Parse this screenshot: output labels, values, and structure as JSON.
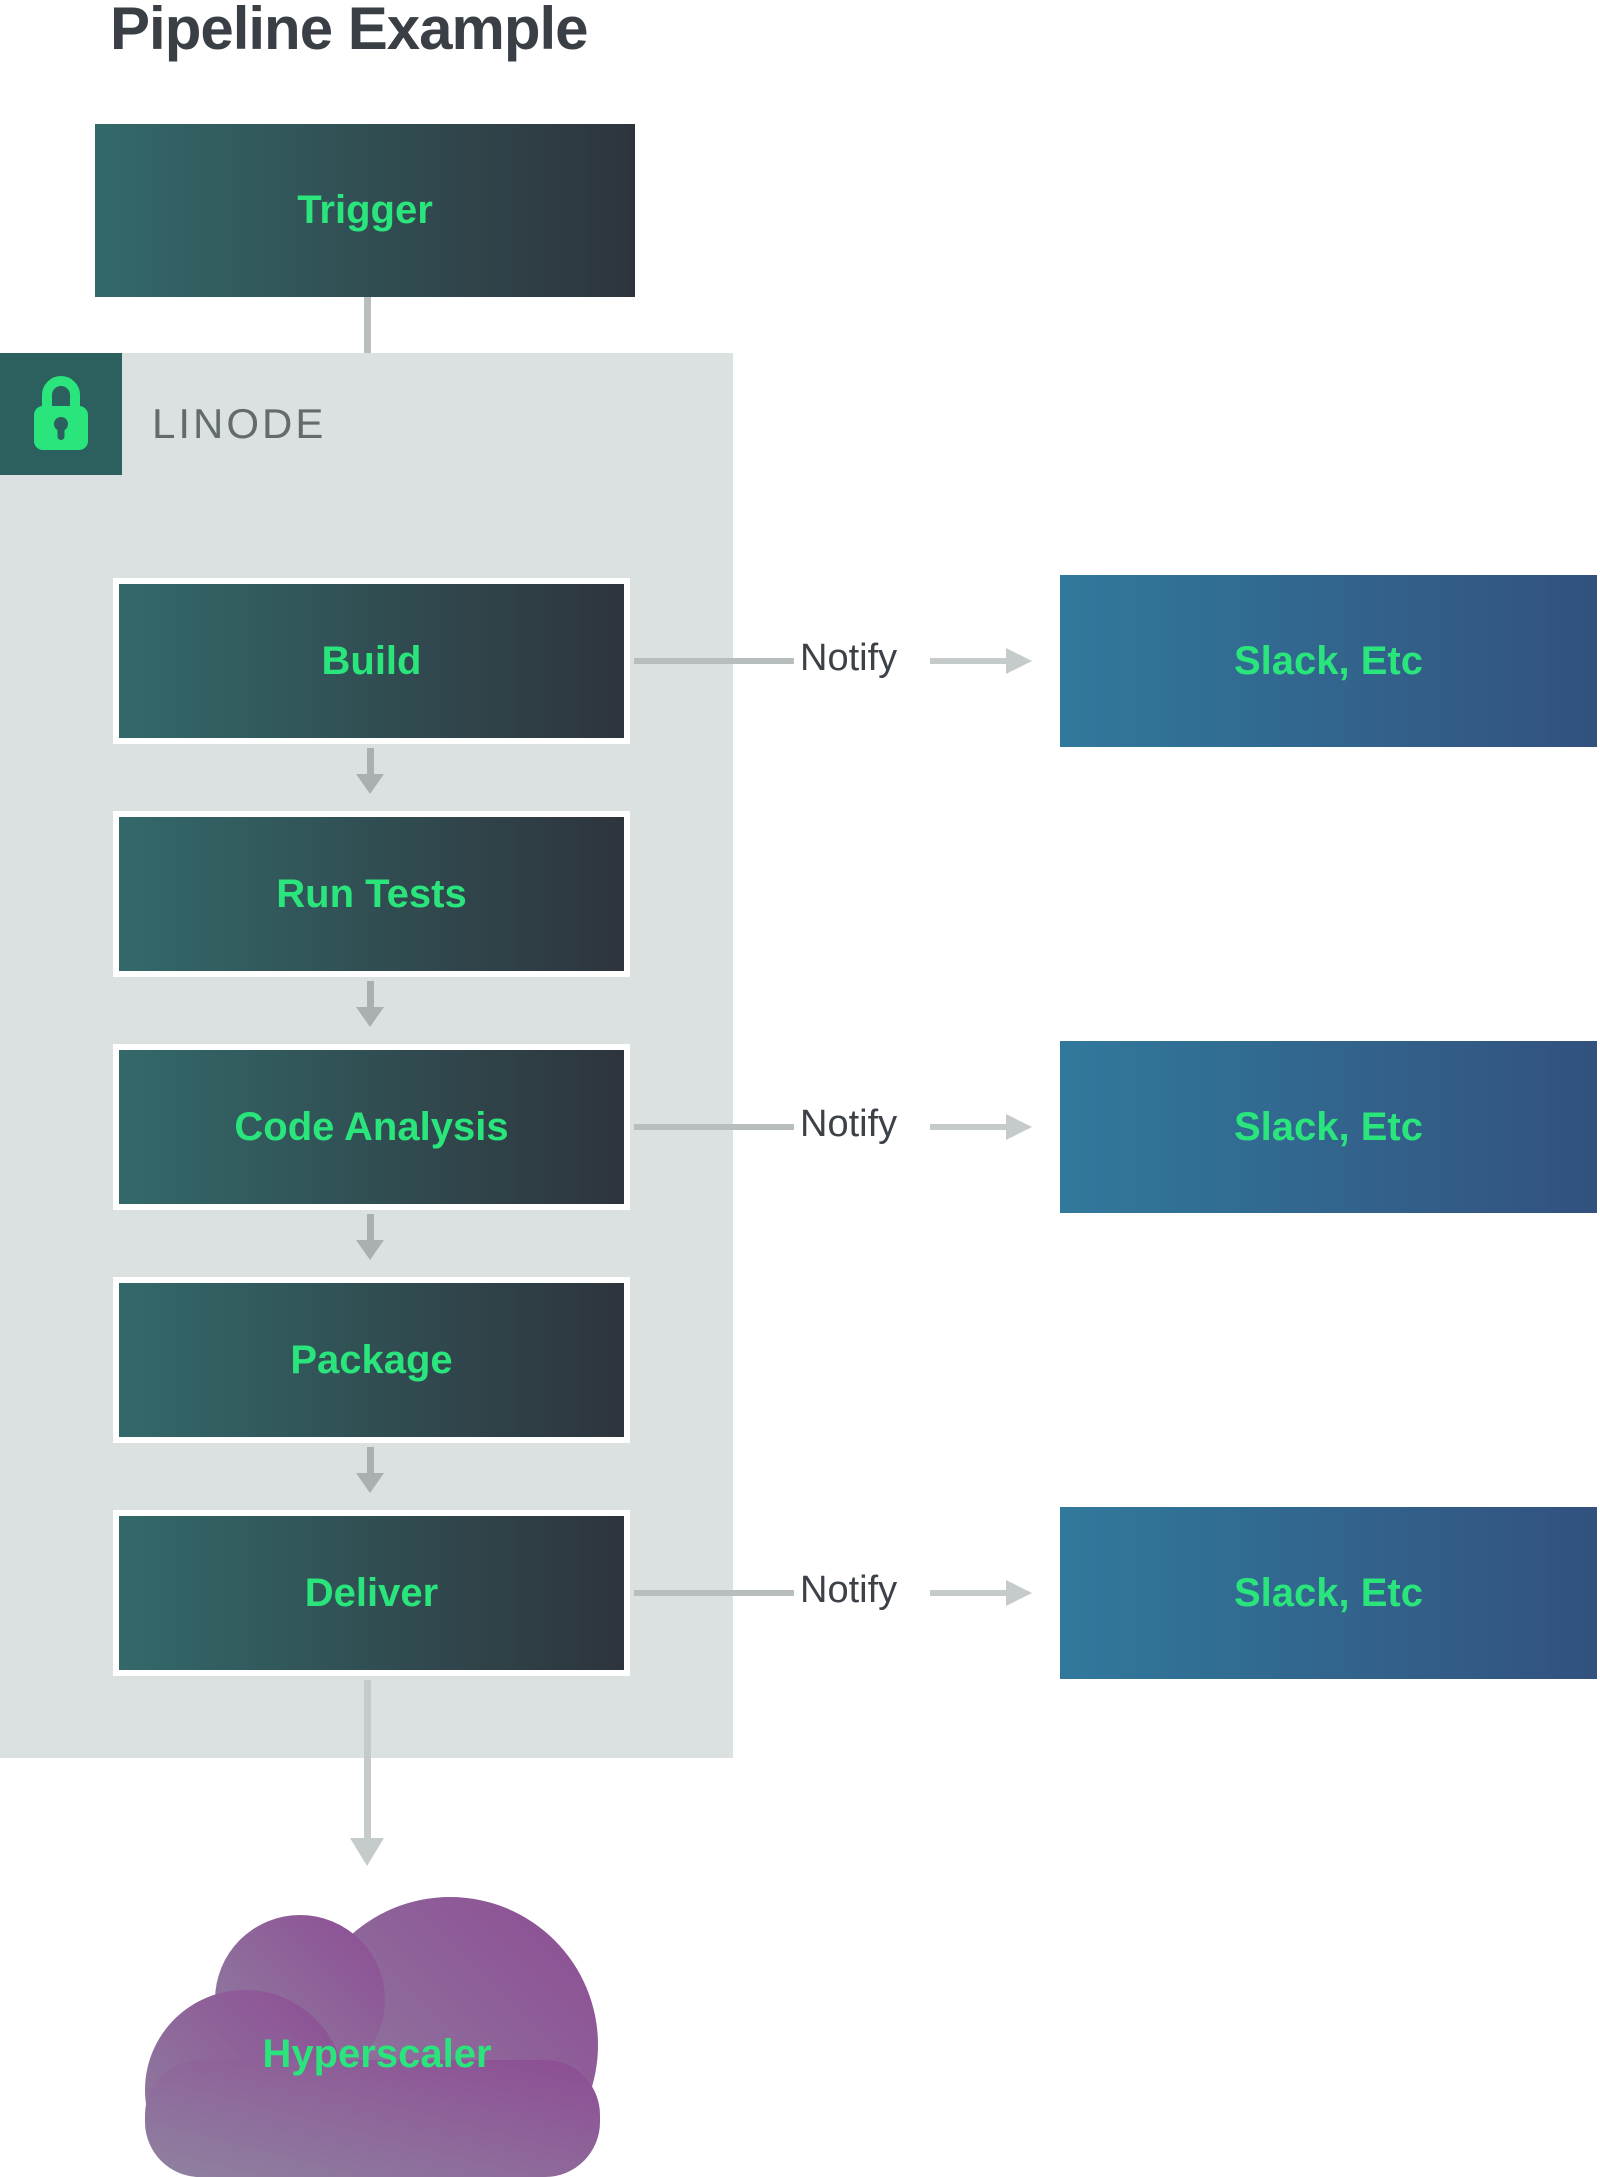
{
  "title": "Pipeline Example",
  "trigger": {
    "label": "Trigger"
  },
  "linode": {
    "label": "LINODE",
    "icon": "lock-icon"
  },
  "steps": [
    {
      "label": "Build",
      "notify": "Notify",
      "target": "Slack, Etc"
    },
    {
      "label": "Run Tests"
    },
    {
      "label": "Code Analysis",
      "notify": "Notify",
      "target": "Slack, Etc"
    },
    {
      "label": "Package"
    },
    {
      "label": "Deliver",
      "notify": "Notify",
      "target": "Slack, Etc"
    }
  ],
  "cloud": {
    "label": "Hyperscaler"
  },
  "colors": {
    "accent_green": "#2ae57b",
    "step_gradient": [
      "#33696a",
      "#2e343c"
    ],
    "slack_gradient": [
      "#31799c",
      "#32517e"
    ],
    "container_bg": "#dbe1e0",
    "lock_badge_bg": "#2c605e",
    "cloud_gradient": [
      "#8f82a0",
      "#8d4c94"
    ],
    "title_text": "#3a3f46",
    "notify_text": "#3d4249",
    "linode_text": "#646b6d",
    "arrow_gray": "#a9b0af"
  }
}
